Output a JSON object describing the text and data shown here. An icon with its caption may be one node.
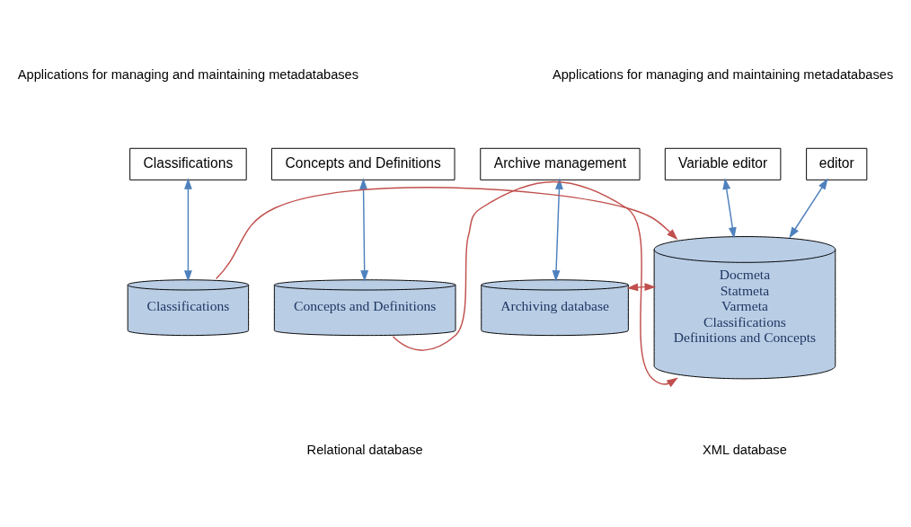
{
  "diagram": {
    "nodes": [
      {
        "text": [
          "Classifications"
        ]
      },
      {
        "text": [
          "Concepts and Definitions"
        ]
      },
      {
        "text": [
          "Archive management"
        ]
      },
      {
        "text": [
          "Variable editor"
        ]
      },
      {
        "text": [
          "editor"
        ]
      },
      {
        "text": [
          "Classifications"
        ]
      },
      {
        "text": [
          "Concepts and Definitions"
        ]
      },
      {
        "text": [
          "Archiving database"
        ]
      },
      {
        "text": [
          "Docmeta",
          "Statmeta",
          "Varmeta",
          "Classifications",
          "Definitions and Concepts"
        ]
      }
    ],
    "edges": [
      {
        "from": 0,
        "to": 5,
        "arrow": "both"
      },
      {
        "from": 1,
        "to": 6,
        "arrow": "both"
      },
      {
        "from": 2,
        "to": 7,
        "arrow": "both"
      },
      {
        "from": 3,
        "to": 8,
        "arrow": "both"
      },
      {
        "from": 4,
        "to": 8,
        "arrow": "both"
      },
      {
        "from": 5,
        "to": 8,
        "arrow": "to",
        "color": "#c0504d"
      },
      {
        "from": 6,
        "to": 8,
        "arrow": "to",
        "color": "#c0504d"
      },
      {
        "from": 7,
        "to": 8,
        "arrow": "both",
        "color": "#c0504d"
      }
    ],
    "labels": [
      "Applications for managing and maintaining metadatabases",
      "Applications for managing and maintaining metadatabases",
      "Relational database",
      "XML database"
    ]
  }
}
